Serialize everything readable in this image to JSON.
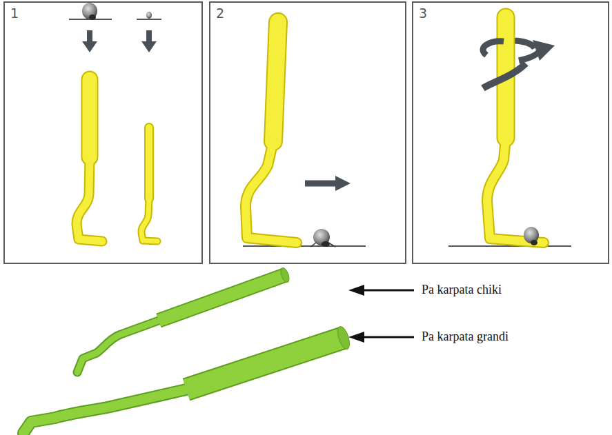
{
  "diagram": {
    "nodes": [
      {
        "text": [
          "1"
        ]
      },
      {
        "text": [
          "2"
        ]
      },
      {
        "text": [
          "3"
        ]
      }
    ],
    "labels": [
      "Pa karpata chiki",
      "Pa karpata grandi"
    ]
  }
}
